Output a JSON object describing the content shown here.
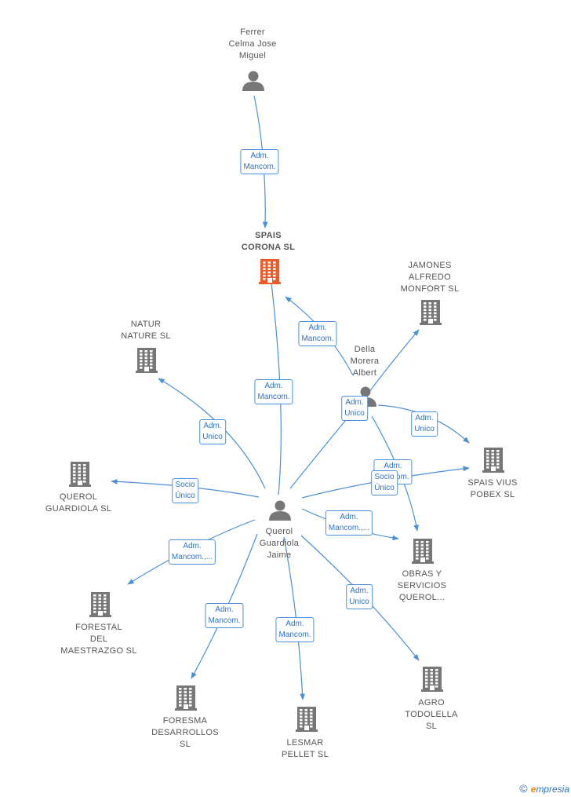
{
  "colors": {
    "edge": "#4a90d9",
    "company": "#777777",
    "focus_company": "#f05a28",
    "person": "#777777",
    "edge_text": "#2f73c4"
  },
  "nodes": [
    {
      "id": "ferrer",
      "type": "person",
      "label": "Ferrer\nCelma Jose\nMiguel"
    },
    {
      "id": "spais_corona",
      "type": "company",
      "focus": true,
      "label": "SPAIS\nCORONA  SL"
    },
    {
      "id": "jamones",
      "type": "company",
      "label": "JAMONES\nALFREDO\nMONFORT  SL"
    },
    {
      "id": "della",
      "type": "person",
      "label": "Della\nMorera\nAlbert"
    },
    {
      "id": "natur",
      "type": "company",
      "label": "NATUR\nNATURE  SL"
    },
    {
      "id": "spais_vius",
      "type": "company",
      "label": "SPAIS VIUS\nPOBEX  SL"
    },
    {
      "id": "querol_guardiola_sl",
      "type": "company",
      "label": "QUEROL\nGUARDIOLA SL"
    },
    {
      "id": "querol",
      "type": "person",
      "label": "Querol\nGuardiola\nJaime"
    },
    {
      "id": "obras",
      "type": "company",
      "label": "OBRAS Y\nSERVICIOS\nQUEROL..."
    },
    {
      "id": "forestal",
      "type": "company",
      "label": "FORESTAL\nDEL\nMAESTRAZGO SL"
    },
    {
      "id": "foresma",
      "type": "company",
      "label": "FORESMA\nDESARROLLOS\nSL"
    },
    {
      "id": "lesmar",
      "type": "company",
      "label": "LESMAR\nPELLET  SL"
    },
    {
      "id": "agro",
      "type": "company",
      "label": "AGRO\nTODOLELLA\nSL"
    }
  ],
  "edges": [
    {
      "from": "ferrer",
      "to": "spais_corona",
      "label": "Adm.\nMancom."
    },
    {
      "from": "della",
      "to": "spais_corona",
      "label": "Adm.\nMancom."
    },
    {
      "from": "querol",
      "to": "spais_corona",
      "label": "Adm.\nMancom."
    },
    {
      "from": "della",
      "to": "jamones",
      "label": ""
    },
    {
      "from": "querol",
      "to": "natur",
      "label": "Adm.\nUnico"
    },
    {
      "from": "querol",
      "to": "jamones",
      "label": "Adm.\nUnico"
    },
    {
      "from": "della",
      "to": "spais_vius",
      "label": "Adm.\nUnico"
    },
    {
      "from": "della",
      "to": "obras",
      "label": "Adm.\nMancom."
    },
    {
      "from": "querol",
      "to": "spais_vius",
      "label": "Socio\nÚnico"
    },
    {
      "from": "querol",
      "to": "querol_guardiola_sl",
      "label": "Socio\nÚnico"
    },
    {
      "from": "querol",
      "to": "obras",
      "label": "Adm.\nMancom.,..."
    },
    {
      "from": "querol",
      "to": "forestal",
      "label": "Adm.\nMancom.,..."
    },
    {
      "from": "querol",
      "to": "foresma",
      "label": "Adm.\nMancom."
    },
    {
      "from": "querol",
      "to": "lesmar",
      "label": "Adm.\nMancom."
    },
    {
      "from": "querol",
      "to": "agro",
      "label": "Adm.\nUnico"
    }
  ],
  "footer": {
    "symbol": "©",
    "brand_initial": "e",
    "brand_rest": "mpresia"
  }
}
